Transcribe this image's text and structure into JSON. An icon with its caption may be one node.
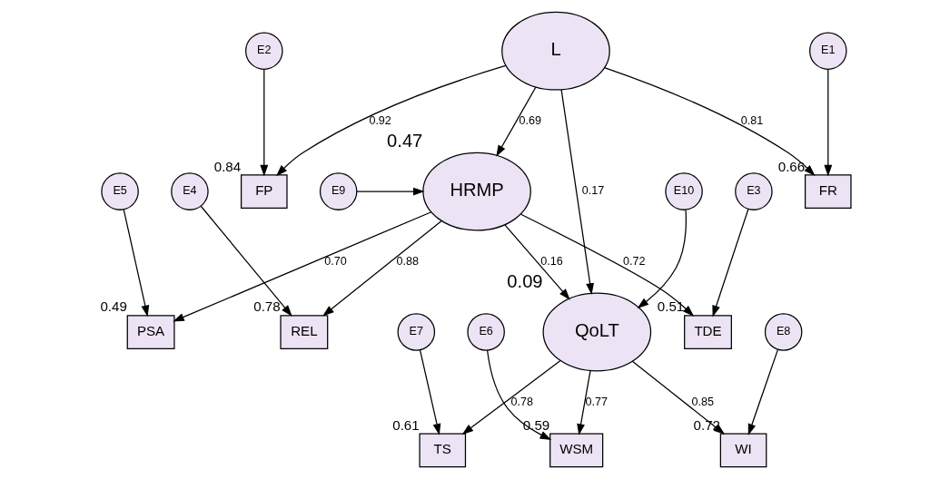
{
  "diagram": {
    "nodes": [
      {
        "text": [
          "E3"
        ]
      },
      {
        "text": [
          "E4"
        ]
      },
      {
        "text": [
          "E5"
        ]
      },
      {
        "text": [
          "TDE"
        ],
        "beside": [
          "0.51"
        ]
      },
      {
        "text": [
          "REL"
        ],
        "beside": [
          "0.78"
        ]
      },
      {
        "text": [
          "PSA"
        ],
        "beside": [
          "0.49"
        ]
      },
      {
        "text": [
          "E9"
        ]
      },
      {
        "text": [
          "HRMP"
        ],
        "beside": [
          "0.47"
        ]
      },
      {
        "text": [
          "E10"
        ]
      },
      {
        "text": [
          "WSM"
        ],
        "beside": [
          "0.59"
        ]
      },
      {
        "text": [
          "E6"
        ]
      },
      {
        "text": [
          "TS"
        ],
        "beside": [
          "0.61"
        ]
      },
      {
        "text": [
          "E7"
        ]
      },
      {
        "text": [
          "WI"
        ],
        "beside": [
          "0.72"
        ]
      },
      {
        "text": [
          "E8"
        ]
      },
      {
        "text": [
          "E2"
        ]
      },
      {
        "text": [
          "FP"
        ],
        "beside": [
          "0.84"
        ]
      },
      {
        "text": [
          "L"
        ]
      },
      {
        "text": [
          "QoLT"
        ],
        "beside": [
          "0.09"
        ]
      },
      {
        "text": [
          "E1"
        ]
      },
      {
        "text": [
          "FR"
        ],
        "beside": [
          "0.66"
        ]
      }
    ],
    "edges": [
      {
        "from": 0,
        "to": 3,
        "arrow": "to"
      },
      {
        "from": 1,
        "to": 4,
        "arrow": "to"
      },
      {
        "from": 2,
        "to": 5,
        "arrow": "to"
      },
      {
        "from": 7,
        "to": 3,
        "arrow": "to",
        "label": "0.72"
      },
      {
        "from": 7,
        "to": 4,
        "arrow": "to",
        "label": "0.88"
      },
      {
        "from": 7,
        "to": 5,
        "arrow": "to",
        "label": "0.70"
      },
      {
        "from": 6,
        "to": 7,
        "arrow": "to"
      },
      {
        "from": 17,
        "to": 7,
        "arrow": "to",
        "label": "0.69"
      },
      {
        "from": 7,
        "to": 18,
        "arrow": "to",
        "label": "0.16"
      },
      {
        "from": 8,
        "to": 18,
        "arrow": "to"
      },
      {
        "from": 18,
        "to": 9,
        "arrow": "to",
        "label": "0.77"
      },
      {
        "from": 18,
        "to": 11,
        "arrow": "to",
        "label": "0.78"
      },
      {
        "from": 18,
        "to": 13,
        "arrow": "to",
        "label": "0.85"
      },
      {
        "from": 10,
        "to": 9,
        "arrow": "to"
      },
      {
        "from": 12,
        "to": 11,
        "arrow": "to"
      },
      {
        "from": 14,
        "to": 13,
        "arrow": "to"
      },
      {
        "from": 15,
        "to": 16,
        "arrow": "to"
      },
      {
        "from": 19,
        "to": 20,
        "arrow": "to"
      },
      {
        "from": 17,
        "to": 16,
        "arrow": "to",
        "label": "0.92"
      },
      {
        "from": 17,
        "to": 20,
        "arrow": "to",
        "label": "0.81"
      },
      {
        "from": 17,
        "to": 18,
        "arrow": "to",
        "label": "0.17"
      }
    ]
  }
}
